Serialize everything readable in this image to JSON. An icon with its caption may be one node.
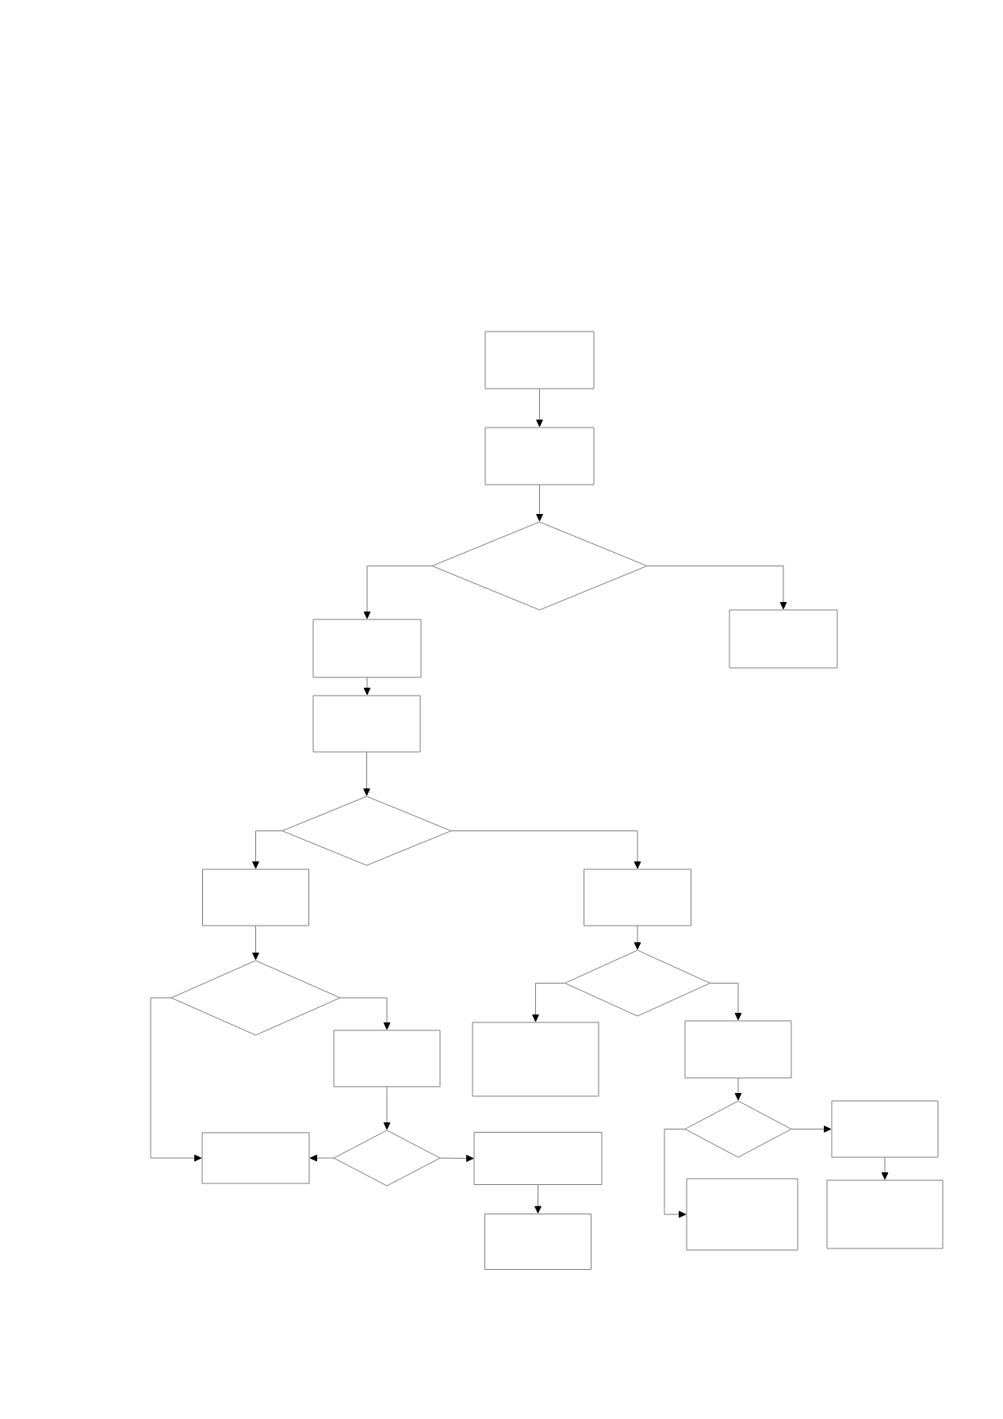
{
  "diagram": {
    "nodes": [
      {
        "text": [],
        "shape": "box"
      },
      {
        "text": [],
        "shape": "box"
      },
      {
        "text": [],
        "shape": "diamond"
      },
      {
        "text": [],
        "shape": "box"
      },
      {
        "text": [],
        "shape": "box"
      },
      {
        "text": [],
        "shape": "box"
      },
      {
        "text": [],
        "shape": "diamond"
      },
      {
        "text": [],
        "shape": "box"
      },
      {
        "text": [],
        "shape": "box"
      },
      {
        "text": [],
        "shape": "diamond"
      },
      {
        "text": [],
        "shape": "diamond"
      },
      {
        "text": [],
        "shape": "box"
      },
      {
        "text": [],
        "shape": "box"
      },
      {
        "text": [],
        "shape": "box"
      },
      {
        "text": [],
        "shape": "diamond"
      },
      {
        "text": [],
        "shape": "box"
      },
      {
        "text": [],
        "shape": "box"
      },
      {
        "text": [],
        "shape": "diamond"
      },
      {
        "text": [],
        "shape": "box"
      },
      {
        "text": [],
        "shape": "box"
      },
      {
        "text": [],
        "shape": "box"
      },
      {
        "text": [],
        "shape": "box"
      }
    ],
    "edges": [
      {
        "from": 0,
        "to": 1,
        "arrow": "to"
      },
      {
        "from": 1,
        "to": 2,
        "arrow": "to"
      },
      {
        "from": 2,
        "to": 3,
        "arrow": "to"
      },
      {
        "from": 2,
        "to": 4,
        "arrow": "to"
      },
      {
        "from": 3,
        "to": 5,
        "arrow": "to"
      },
      {
        "from": 5,
        "to": 6,
        "arrow": "to"
      },
      {
        "from": 6,
        "to": 7,
        "arrow": "to"
      },
      {
        "from": 6,
        "to": 8,
        "arrow": "to"
      },
      {
        "from": 7,
        "to": 9,
        "arrow": "to"
      },
      {
        "from": 8,
        "to": 10,
        "arrow": "to"
      },
      {
        "from": 9,
        "to": 16,
        "arrow": "to"
      },
      {
        "from": 9,
        "to": 11,
        "arrow": "to"
      },
      {
        "from": 10,
        "to": 12,
        "arrow": "to"
      },
      {
        "from": 10,
        "to": 13,
        "arrow": "to"
      },
      {
        "from": 11,
        "to": 17,
        "arrow": "to"
      },
      {
        "from": 17,
        "to": 16,
        "arrow": "to"
      },
      {
        "from": 17,
        "to": 18,
        "arrow": "to"
      },
      {
        "from": 18,
        "to": 21,
        "arrow": "to"
      },
      {
        "from": 13,
        "to": 14,
        "arrow": "to"
      },
      {
        "from": 14,
        "to": 15,
        "arrow": "to"
      },
      {
        "from": 14,
        "to": 19,
        "arrow": "to"
      },
      {
        "from": 15,
        "to": 20,
        "arrow": "to"
      }
    ]
  }
}
